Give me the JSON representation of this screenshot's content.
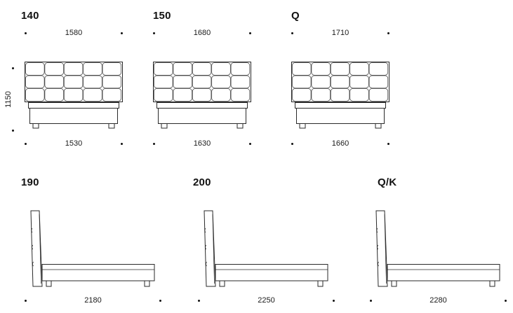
{
  "front_views": [
    {
      "label": "140",
      "top_dim": "1580",
      "bottom_dim": "1530"
    },
    {
      "label": "150",
      "top_dim": "1680",
      "bottom_dim": "1630"
    },
    {
      "label": "Q",
      "top_dim": "1710",
      "bottom_dim": "1660"
    }
  ],
  "height_dim": "1150",
  "side_views": [
    {
      "label": "190",
      "bottom_dim": "2180"
    },
    {
      "label": "200",
      "bottom_dim": "2250"
    },
    {
      "label": "Q/K",
      "bottom_dim": "2280"
    }
  ],
  "colors": {
    "line": "#2a2a2a",
    "text": "#1a1a1a"
  }
}
